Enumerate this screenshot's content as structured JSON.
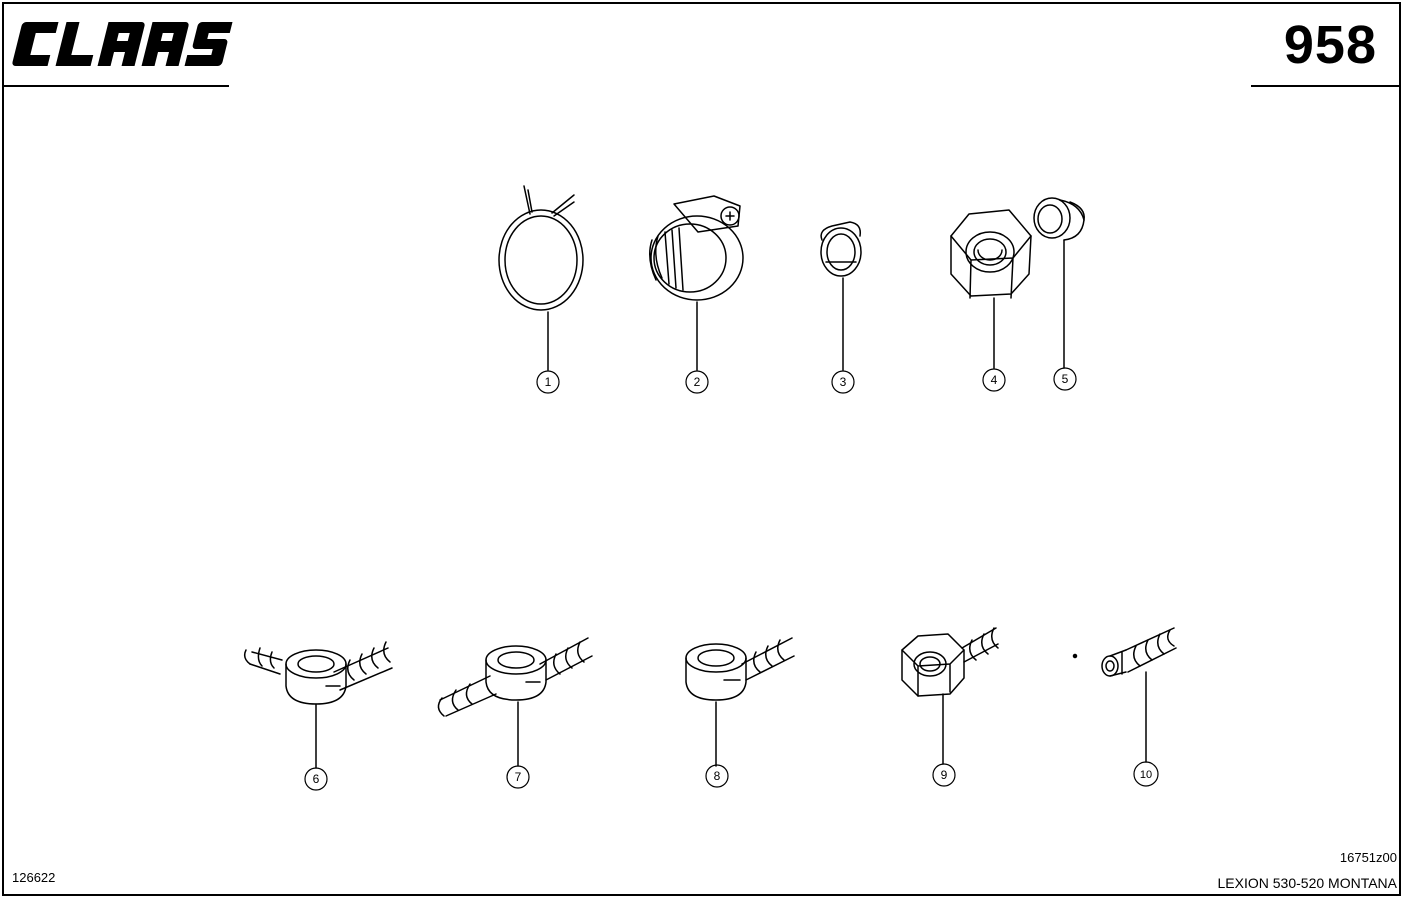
{
  "header": {
    "brand": "CLAAS",
    "page_number": "958"
  },
  "callouts": [
    "1",
    "2",
    "3",
    "4",
    "5",
    "6",
    "7",
    "8",
    "9",
    "10"
  ],
  "footer": {
    "left_code": "126622",
    "drawing_ref": "16751z00",
    "model": "LEXION 530-520 MONTANA"
  }
}
